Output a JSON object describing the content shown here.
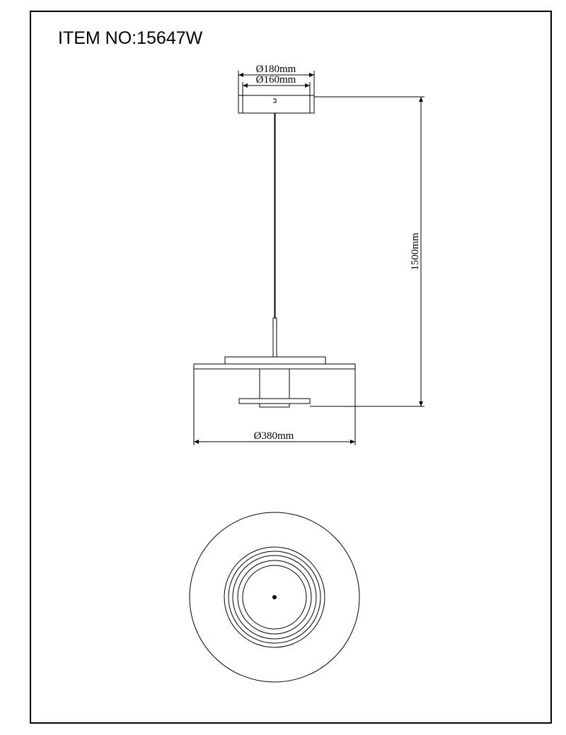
{
  "drawing": {
    "item_no": "ITEM NO:15647W",
    "dims": {
      "canopy_outer": "Ø180mm",
      "canopy_inner": "Ø160mm",
      "drop_height": "1500mm",
      "shade_diameter": "Ø380mm"
    }
  }
}
